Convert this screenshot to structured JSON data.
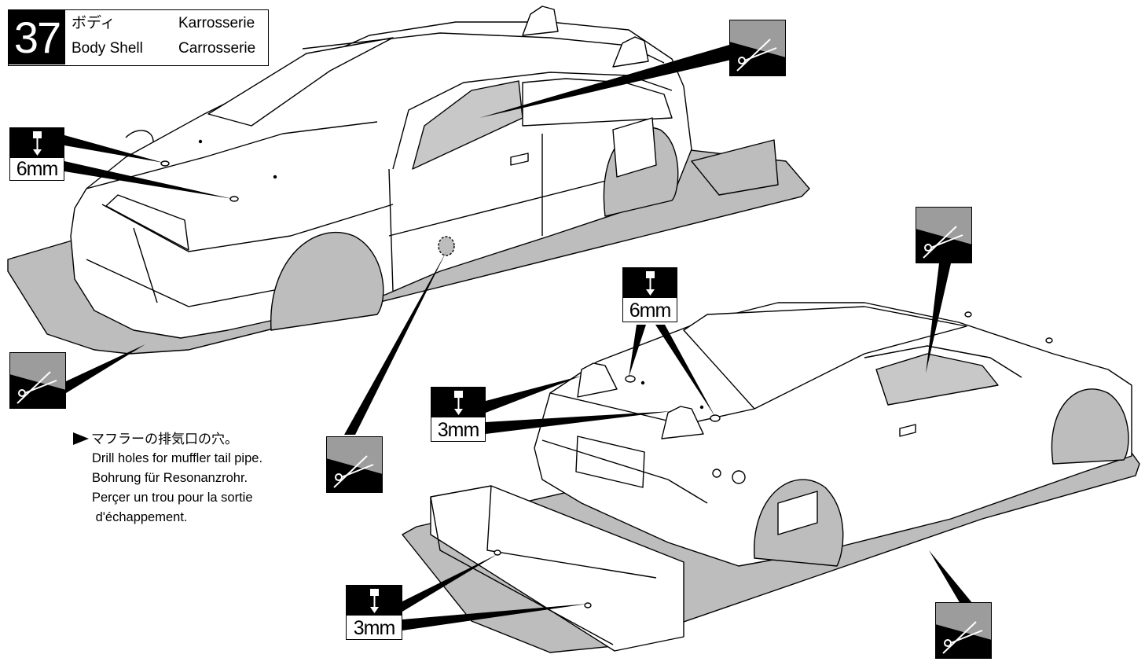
{
  "step": {
    "number": "37",
    "title_ja": "ボディ",
    "title_en": "Body Shell",
    "title_de": "Karrosserie",
    "title_fr": "Carrosserie"
  },
  "drill_labels": {
    "front_hood": "6mm",
    "rear_roof": "6mm",
    "rear_mounts": "3mm",
    "rear_wing": "3mm"
  },
  "note": {
    "ja": "マフラーの排気口の穴。",
    "en": "Drill holes for muffler tail pipe.",
    "de": "Bohrung für Resonanzrohr.",
    "fr_1": "Perçer un trou pour la sortie",
    "fr_2": " d'échappement."
  },
  "colors": {
    "ink": "#000000",
    "paper": "#ffffff",
    "cut_area": "#bdbdbd",
    "window_tint": "#c8c8c8"
  },
  "icons": [
    "drill-bit-icon",
    "scissors-icon",
    "pointer-arrow-icon"
  ]
}
